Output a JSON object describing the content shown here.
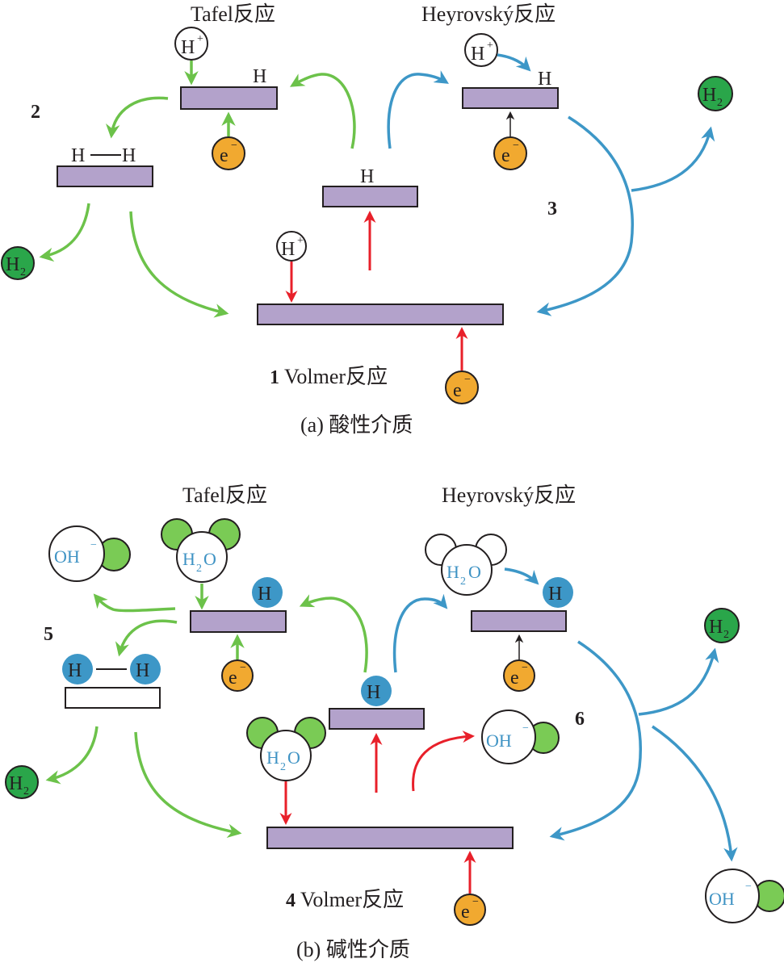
{
  "panel_a": {
    "caption": "(a) 酸性介质",
    "medium": "acidic",
    "tafel": {
      "step": "2",
      "title": "Tafel反应"
    },
    "heyrovsky": {
      "step": "3",
      "title": "Heyrovský反应"
    },
    "volmer": {
      "step": "1",
      "title": "Volmer反应"
    },
    "species": {
      "proton": "H",
      "proton_charge": "+",
      "electron": "e",
      "electron_charge": "−",
      "adsorbed_h": "H",
      "h_h_left": "H",
      "h_h_right": "H",
      "h2": "H",
      "h2_sub": "2"
    }
  },
  "panel_b": {
    "caption": "(b) 碱性介质",
    "medium": "alkaline",
    "tafel": {
      "step": "5",
      "title": "Tafel反应"
    },
    "heyrovsky": {
      "step": "6",
      "title": "Heyrovský反应"
    },
    "volmer": {
      "step": "4",
      "title": "Volmer反应"
    },
    "species": {
      "water": "H",
      "water_sub": "2",
      "water_o": "O",
      "hydroxide": "OH",
      "hydroxide_charge": "−",
      "electron": "e",
      "electron_charge": "−",
      "adsorbed_h": "H",
      "h2": "H",
      "h2_sub": "2"
    }
  },
  "colors": {
    "slab": "#b3a2cb",
    "tafel_arrow": "#6cc24a",
    "heyrovsky_arrow": "#3d97c7",
    "volmer_arrow": "#e8202a",
    "electron": "#f1a930",
    "h2": "#2aa64a",
    "adsorbed_h": "#3d97c7",
    "water_h": "#7acb55"
  }
}
